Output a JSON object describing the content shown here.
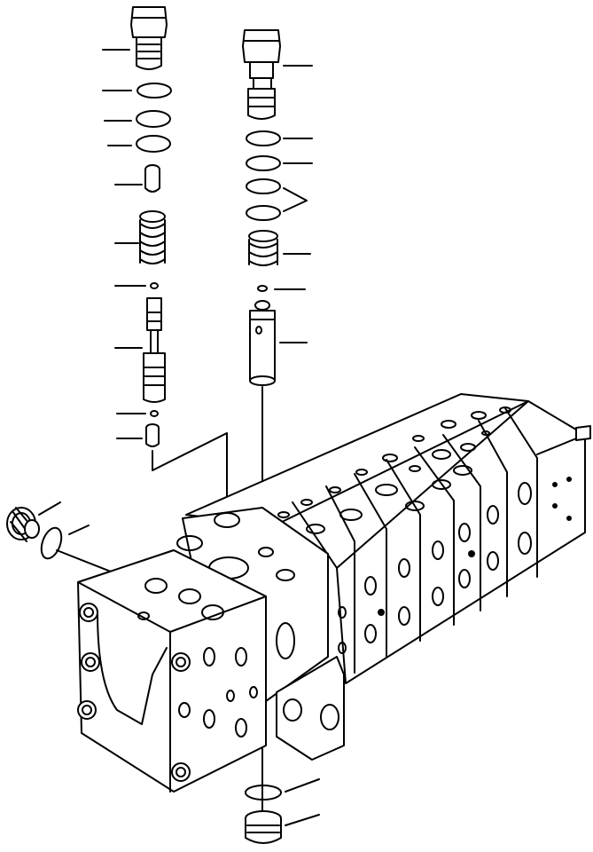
{
  "diagram": {
    "kind": "exploded-view",
    "colors": {
      "ink": "#000000",
      "paper": "#ffffff"
    },
    "parts": [
      {
        "id": "left-cap-plug"
      },
      {
        "id": "left-o-ring-1"
      },
      {
        "id": "left-o-ring-2"
      },
      {
        "id": "left-o-ring-3"
      },
      {
        "id": "left-poppet"
      },
      {
        "id": "left-spring"
      },
      {
        "id": "left-small-ring"
      },
      {
        "id": "left-spool"
      },
      {
        "id": "left-small-ring-2"
      },
      {
        "id": "left-small-plug"
      },
      {
        "id": "right-cap-plug"
      },
      {
        "id": "right-o-ring-1"
      },
      {
        "id": "right-o-ring-2"
      },
      {
        "id": "right-o-ring-3"
      },
      {
        "id": "right-o-ring-4"
      },
      {
        "id": "right-spring"
      },
      {
        "id": "right-small-ring"
      },
      {
        "id": "right-sleeve"
      },
      {
        "id": "side-plug"
      },
      {
        "id": "side-o-ring"
      },
      {
        "id": "bottom-o-ring"
      },
      {
        "id": "bottom-plug"
      },
      {
        "id": "control-valve-body"
      }
    ]
  }
}
